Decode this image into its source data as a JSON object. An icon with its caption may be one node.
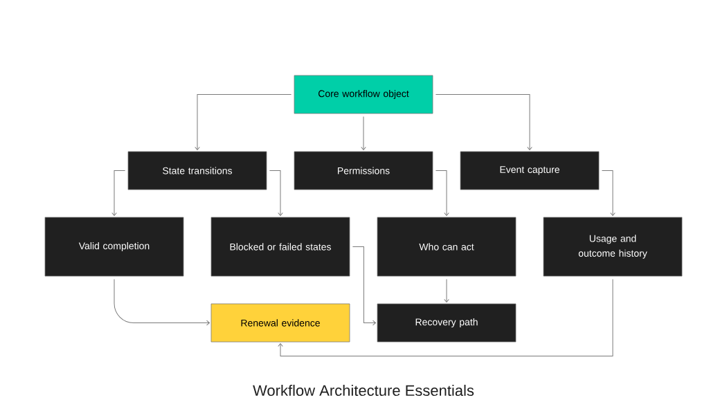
{
  "diagram": {
    "title": "Workflow Architecture Essentials",
    "nodes": [
      {
        "text": [
          "Core workflow object"
        ]
      },
      {
        "text": [
          "State transitions"
        ]
      },
      {
        "text": [
          "Permissions"
        ]
      },
      {
        "text": [
          "Event capture"
        ]
      },
      {
        "text": [
          "Valid completion"
        ]
      },
      {
        "text": [
          "Blocked or failed states"
        ]
      },
      {
        "text": [
          "Who can act"
        ]
      },
      {
        "text": [
          "Usage and outcome history"
        ]
      },
      {
        "text": [
          "Renewal evidence"
        ]
      },
      {
        "text": [
          "Recovery path"
        ]
      }
    ],
    "edges": [
      {
        "from": 0,
        "to": 1,
        "arrow": "to"
      },
      {
        "from": 0,
        "to": 2,
        "arrow": "to"
      },
      {
        "from": 0,
        "to": 3,
        "arrow": "to"
      },
      {
        "from": 1,
        "to": 4,
        "arrow": "to"
      },
      {
        "from": 1,
        "to": 5,
        "arrow": "to"
      },
      {
        "from": 2,
        "to": 6,
        "arrow": "to"
      },
      {
        "from": 3,
        "to": 7,
        "arrow": "to"
      },
      {
        "from": 4,
        "to": 8,
        "arrow": "to"
      },
      {
        "from": 5,
        "to": 9,
        "arrow": "to"
      },
      {
        "from": 6,
        "to": 9,
        "arrow": "to"
      },
      {
        "from": 7,
        "to": 8,
        "arrow": "to"
      }
    ]
  }
}
